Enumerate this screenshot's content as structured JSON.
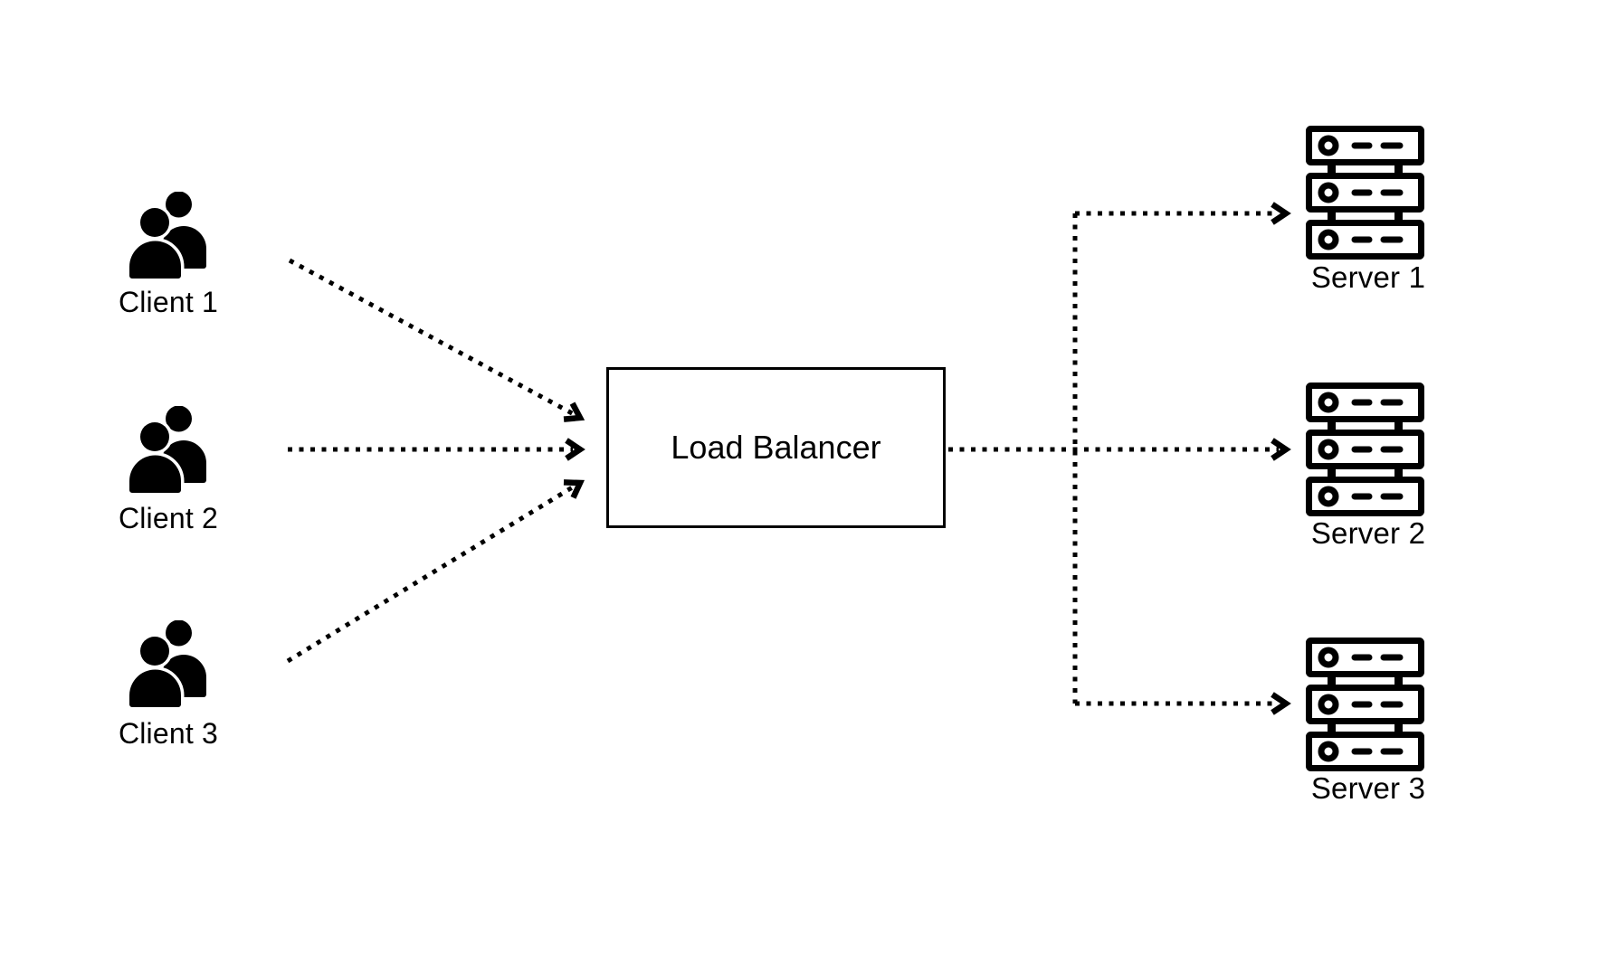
{
  "diagram": {
    "clients": [
      {
        "label": "Client 1"
      },
      {
        "label": "Client 2"
      },
      {
        "label": "Client 3"
      }
    ],
    "load_balancer": {
      "label": "Load Balancer"
    },
    "servers": [
      {
        "label": "Server 1"
      },
      {
        "label": "Server 2"
      },
      {
        "label": "Server 3"
      }
    ],
    "colors": {
      "ink": "#000000",
      "background": "#ffffff"
    }
  }
}
